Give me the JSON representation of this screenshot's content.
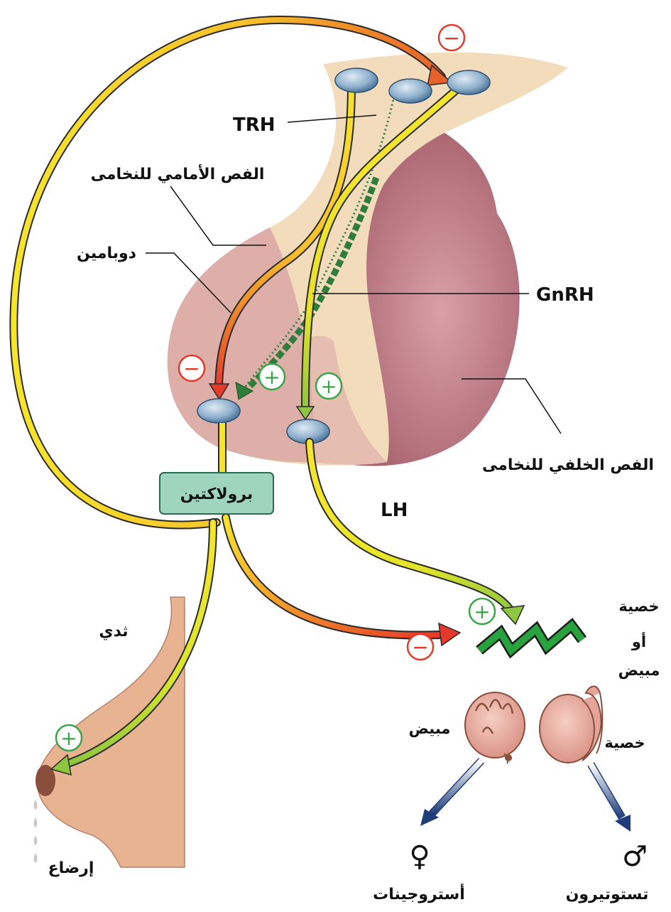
{
  "labels": {
    "trh": "TRH",
    "anterior_lobe": "الفص الأمامي للنخامى",
    "dopamine": "دوبامين",
    "gnrh": "GnRH",
    "posterior_lobe": "الفص الخلفي للنخامى",
    "prolactin": "برولاكتين",
    "lh": "LH",
    "breast": "ثدي",
    "lactation": "إرضاع",
    "gonad_line1": "خصية",
    "gonad_line2": "أو",
    "gonad_line3": "مبيض",
    "ovary": "مبيض",
    "testis": "خصية",
    "estrogens": "أستروجينات",
    "testosterone": "تستوتيرون"
  },
  "signs": {
    "negative": "−",
    "positive": "+"
  },
  "symbols": {
    "female": "♀",
    "male": "♂"
  },
  "colors": {
    "yellow_pathway": "#f7e52a",
    "inhibit_red": "#e53a2a",
    "stimulate_green": "#3aa447",
    "anterior_lobe": "#f2dcbc",
    "posterior_lobe": "#b06f78",
    "prolactin_box": "#9fd4bd",
    "skin": "#e8b391"
  }
}
